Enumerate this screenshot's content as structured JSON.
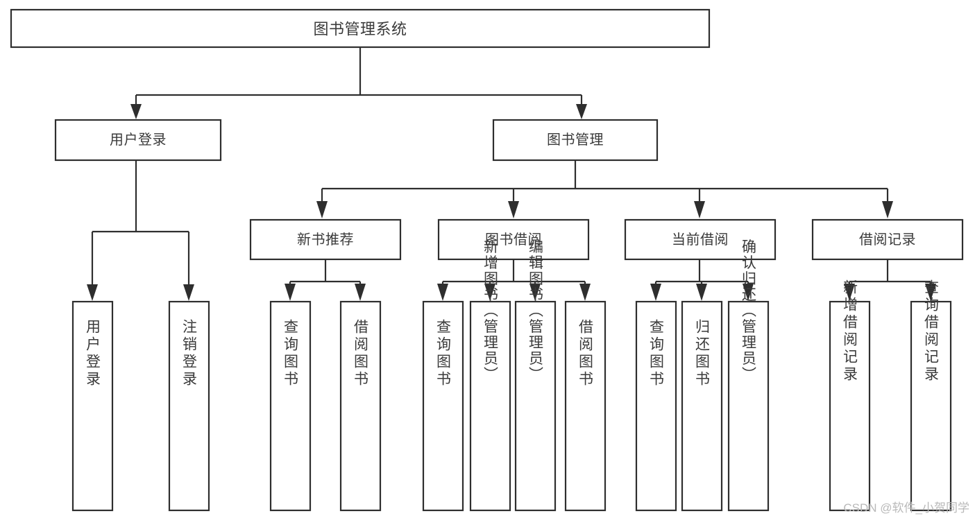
{
  "diagram": {
    "title": "图书管理系统",
    "type": "hierarchy-tree",
    "watermark": "CSDN @软件_小贺同学",
    "colors": {
      "stroke": "#2e2e2e",
      "box_fill": "#ffffff",
      "text": "#3a3a3a",
      "background": "#ffffff",
      "watermark": "#b9b9b9"
    },
    "nodes": {
      "root": {
        "label": "图书管理系统",
        "orientation": "horizontal"
      },
      "level2": [
        {
          "id": "user-login",
          "label": "用户登录",
          "orientation": "horizontal"
        },
        {
          "id": "book-manage",
          "label": "图书管理",
          "orientation": "horizontal"
        }
      ],
      "level3": [
        {
          "id": "new-book-recommend",
          "label": "新书推荐",
          "orientation": "horizontal"
        },
        {
          "id": "book-borrow",
          "label": "图书借阅",
          "orientation": "horizontal"
        },
        {
          "id": "current-borrow",
          "label": "当前借阅",
          "orientation": "horizontal"
        },
        {
          "id": "borrow-record",
          "label": "借阅记录",
          "orientation": "horizontal"
        }
      ],
      "leaves": {
        "user-login": [
          {
            "id": "leaf-user-login",
            "label": "用户登录",
            "orientation": "vertical"
          },
          {
            "id": "leaf-logout",
            "label": "注销登录",
            "orientation": "vertical"
          }
        ],
        "new-book-recommend": [
          {
            "id": "leaf-query-book-1",
            "label": "查询图书",
            "orientation": "vertical"
          },
          {
            "id": "leaf-borrow-book-1",
            "label": "借阅图书",
            "orientation": "vertical"
          }
        ],
        "book-borrow": [
          {
            "id": "leaf-query-book-2",
            "label": "查询图书",
            "orientation": "vertical"
          },
          {
            "id": "leaf-add-book",
            "label": "新增图书（管理员）",
            "orientation": "vertical"
          },
          {
            "id": "leaf-edit-book",
            "label": "编辑图书（管理员）",
            "orientation": "vertical"
          },
          {
            "id": "leaf-borrow-book-2",
            "label": "借阅图书",
            "orientation": "vertical"
          }
        ],
        "current-borrow": [
          {
            "id": "leaf-query-book-3",
            "label": "查询图书",
            "orientation": "vertical"
          },
          {
            "id": "leaf-return-book",
            "label": "归还图书",
            "orientation": "vertical"
          },
          {
            "id": "leaf-confirm-return",
            "label": "确认归还（管理员）",
            "orientation": "vertical"
          }
        ],
        "borrow-record": [
          {
            "id": "leaf-add-record",
            "label": "新增借阅记录",
            "orientation": "vertical"
          },
          {
            "id": "leaf-query-record",
            "label": "查询借阅记录",
            "orientation": "vertical"
          }
        ]
      }
    }
  }
}
